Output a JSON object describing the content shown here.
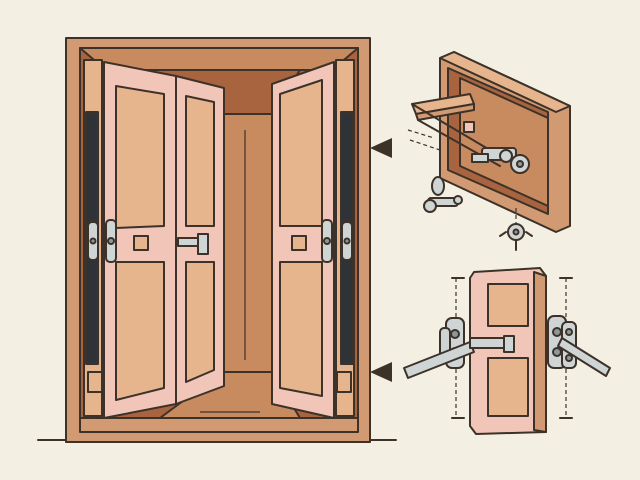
{
  "colors": {
    "background": "#f4efe3",
    "outline": "#3d3229",
    "frame": "#d29a72",
    "interior_dark": "#a8643f",
    "interior_mid": "#c88a5f",
    "panel": "#e6b58e",
    "door_face": "#f1c6b8",
    "hardware": "#cfd4d4",
    "hardware_dark": "#8e9898",
    "weatherstrip": "#2f3236"
  },
  "icons": {
    "main": "double-door-cabinet-icon",
    "detail_top": "cabinet-hardware-closeup-icon",
    "detail_bottom": "door-latch-closeup-icon",
    "pointer": "triangle-pointer-icon"
  },
  "callouts": [
    {
      "id": "top",
      "target": "detail_top",
      "direction": "left"
    },
    {
      "id": "bottom",
      "target": "detail_bottom",
      "direction": "left"
    }
  ]
}
